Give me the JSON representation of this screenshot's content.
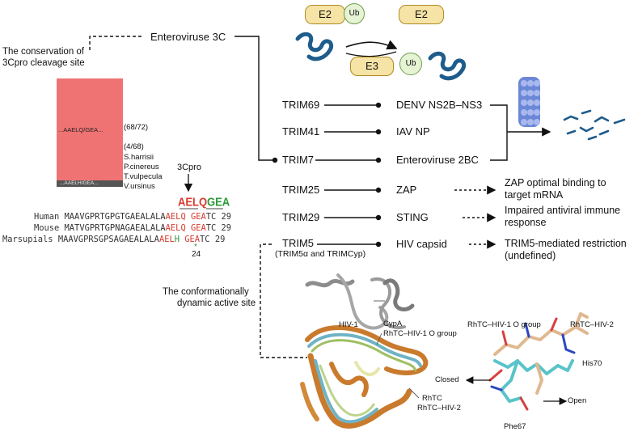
{
  "ubiquitination": {
    "e2": "E2",
    "ub": "Ub",
    "e3": "E3"
  },
  "conservation": {
    "label_line1": "The conservation of",
    "label_line2": "3Cpro cleavage site",
    "bar_main_text": "...AAELQ/GEA...",
    "bar_main_count": "(68/72)",
    "bar_minor_text": "...AAELH/GEA...",
    "bar_minor_count": "(4/68)",
    "species": [
      "S.harrisii",
      "P.cinereus",
      "T.vulpecula",
      "V.ursinus"
    ],
    "protease": "3Cpro",
    "main_fraction": 0.944
  },
  "alignment": {
    "rows": [
      {
        "species": "Human",
        "prefix": "MAAVGPRTGPGTGAEALALA",
        "site_a": "AEL",
        "site_b": "Q",
        "site_c": "GEA",
        "tail": "TC",
        "pos": "29"
      },
      {
        "species": "Mouse",
        "prefix": "MATVGPRTGPNAGAEALALA",
        "site_a": "AEL",
        "site_b": "Q",
        "site_c": "GEA",
        "tail": "TC",
        "pos": "29"
      },
      {
        "species": "Marsupials",
        "prefix": "MAAVGPRSGPSAGAEALALA",
        "site_a": "AEL",
        "site_b": "H",
        "site_c": "GEA",
        "tail": "TC",
        "pos": "29"
      }
    ],
    "position": "24",
    "star": "*",
    "logo_left": "AELQ",
    "logo_right": "GEA"
  },
  "enterovirus_3c": "Enteroviruse 3C",
  "trims": [
    {
      "name": "TRIM69",
      "target": "DENV NS2B–NS3"
    },
    {
      "name": "TRIM41",
      "target": "IAV NP"
    },
    {
      "name": "TRIM7",
      "target": "Enteroviruse 2BC"
    },
    {
      "name": "TRIM25",
      "target": "ZAP",
      "outcome_line1": "ZAP optimal binding to",
      "outcome_line2": "target mRNA"
    },
    {
      "name": "TRIM29",
      "target": "STING",
      "outcome_line1": "Impaired antiviral immune",
      "outcome_line2": "response"
    },
    {
      "name": "TRIM5",
      "subtitle": "(TRIM5α and TRIMCyp)",
      "target": "HIV capsid",
      "outcome_line1": "TRIM5-mediated restriction",
      "outcome_line2": "(undefined)"
    }
  ],
  "structure": {
    "label_line1": "The conformationally",
    "label_line2": "dynamic active site",
    "hiv1": "HIV-1",
    "cypa": "CypA",
    "rhtc_o": "RhTC–HIV-1 O group",
    "rhtc": "RhTC",
    "rhtc_hiv2": "RhTC–HIV-2",
    "stick_rhtc_o": "RhTC–HIV-1 O group",
    "stick_rhtc_hiv2": "RhTC–HIV-2",
    "his70": "His70",
    "closed": "Closed",
    "open": "Open",
    "phe67": "Phe67"
  },
  "colors": {
    "conservation_bar": "#ef7373",
    "minor_bar": "#555555",
    "protein": "#1e5c8c",
    "proteasome": "#6b87d6",
    "e_box": "#f6e3a6",
    "ub_circle": "#e6f3d4"
  }
}
